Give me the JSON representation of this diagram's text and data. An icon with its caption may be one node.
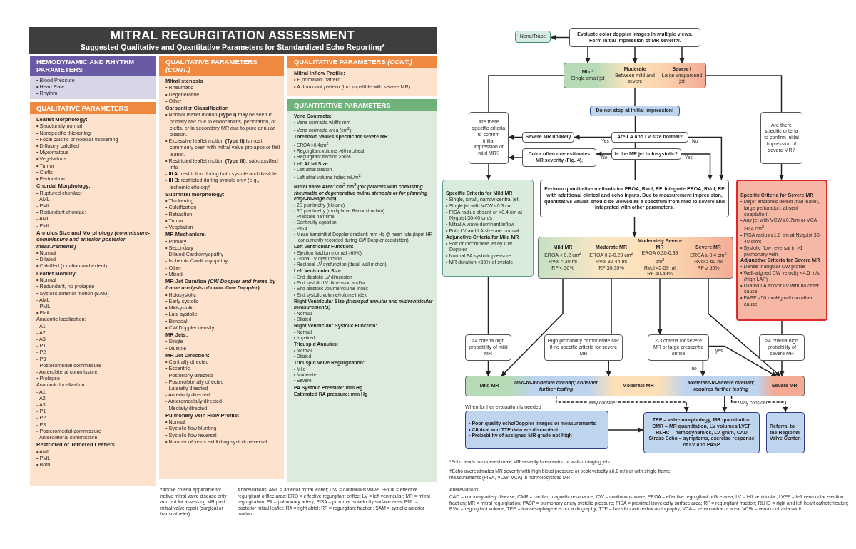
{
  "diagram": {
    "nodes": [
      {
        "text": [
          "MITRAL REGURGITATION ASSESSMENT",
          "Suggested Qualitative and Quantitative Parameters for Standardized Echo Reporting*"
        ]
      },
      {
        "text": [
          "HEMODYNAMIC AND RHYTHM PARAMETERS",
          "• Blood Pressure",
          "• Heart Rate",
          "• Rhythm"
        ]
      },
      {
        "text": [
          "QUALITATIVE PARAMETERS"
        ]
      },
      {
        "text": [
          "Leaflet Morphology:",
          "• Structurally normal",
          "• Nonspecific thickening",
          "• Focal calcific or nodular thickening",
          "• Diffusely calcified",
          "• Myxomatous",
          "• Vegetations",
          "• Tumor",
          "• Clefts",
          "• Perforation"
        ],
        "in": 2
      },
      {
        "text": [
          "Chordal Morphology:",
          "• Ruptured chordae:",
          "- AML",
          "- PML",
          "• Redundant chordae:",
          "- AML",
          "- PML"
        ],
        "in": 2
      },
      {
        "text": [
          "Annulus Size and Morphology *(commissure-commissure and anterior-posterior measurements)*",
          "• Normal",
          "• Dilated",
          "• Calcified (location and extent)"
        ],
        "in": 2
      },
      {
        "text": [
          "Leaflet Mobility:",
          "• Normal",
          "• Redundant, no prolapse",
          "• Systolic anterior motion (SAM)",
          "- AML",
          "- PML",
          "• Flail",
          "Anatomic localization:",
          "- A1",
          "- A2",
          "- A3",
          "- P1",
          "- P2",
          "- P3",
          "- Posteromedial commissure",
          "- Anterolateral commissure",
          "• Prolapse",
          "Anatomic localization:",
          "- A1",
          "- A2",
          "- A3",
          "- P1",
          "- P2",
          "- P3",
          "- Posteromedial commissure",
          "- Anterolateral commissure"
        ],
        "in": 2
      },
      {
        "text": [
          "Restricted or Tethered Leaflets",
          "• AML",
          "• PML",
          "• Both"
        ],
        "in": 2
      },
      {
        "text": [
          "QUALITATIVE PARAMETERS *(CONT.)*"
        ]
      },
      {
        "text": [
          "Mitral stenosis",
          "• Rheumatic",
          "• Degenerative",
          "• Other"
        ],
        "in": 8
      },
      {
        "text": [
          "Carpentier Classification",
          "• Normal leaflet motion **(Type I)** may be seen in primary MR due to endocarditis, perforation, or clefts, or in secondary MR due to pure annular dilation.",
          "• Excessive leaflet motion **(Type II)** is most commonly seen with mitral valve prolapse or flail leaflet.",
          "• Restricted leaflet motion **(Type III)**: subclassified into",
          "- **III A:** restriction during both systole and diastole",
          "- **III B:** restricted during systole only (e.g., ischemic etiology)"
        ],
        "in": 8
      },
      {
        "text": [
          "Submitral morphology:",
          "• Thickening",
          "• Calcification",
          "• Retraction",
          "• Tumor",
          "• Vegetation"
        ],
        "in": 8
      },
      {
        "text": [
          "MR Mechanism:",
          "• Primary",
          "• Secondary",
          "- Dilated Cardiomyopathy",
          "- Ischemic Cardiomyopathy",
          "- Other",
          "• Mixed"
        ],
        "in": 8
      },
      {
        "text": [
          "MR Jet Duration *(CW Doppler and frame-by-frame analysis of color flow Doppler):*",
          "• Holosystolic",
          "• Early systolic",
          "• Midsystolic",
          "• Late systolic",
          "• Bimodal",
          "• CW Doppler density"
        ],
        "in": 8
      },
      {
        "text": [
          "MR Jets:",
          "• Single",
          "• Multiple"
        ],
        "in": 8
      },
      {
        "text": [
          "MR Jet Direction:",
          "• Centrally directed",
          "• Eccentric",
          "- Posteriorly directed",
          "- Posterolaterally directed",
          "- Laterally directed",
          "- Anteriorly directed",
          "- Anteromedially directed",
          "- Medially directed"
        ],
        "in": 8
      },
      {
        "text": [
          "Pulmonary Vein Flow Profile:",
          "• Normal",
          "• Systolic flow blunting",
          "• Systolic flow reversal",
          "• Number of veins exhibiting systolic reversal"
        ],
        "in": 8
      },
      {
        "text": [
          "QUALITATIVE PARAMETERS *(CONT.)*"
        ]
      },
      {
        "text": [
          "Mitral Inflow Profile:",
          "• E dominant pattern",
          "• A dominant pattern (incompatible with severe MR)"
        ],
        "in": 17
      },
      {
        "text": [
          "QUANTITATIVE PARAMETERS"
        ]
      },
      {
        "text": [
          "Vena Contracta:",
          "• Vena contracta width: mm",
          "• Vena contracta area (cm$^{2}$)"
        ],
        "in": 19
      },
      {
        "text": [
          "Threshold values specific for severe MR",
          "• EROA >0.4cm$^{2}$",
          "• Regurgitant volume >60 mL/beat",
          "• Regurgitant fraction >50%"
        ],
        "in": 19
      },
      {
        "text": [
          "Left Atrial Size:",
          "• Left atrial dilation",
          "• Left atrial volume index: mL/m$^{2}$"
        ],
        "in": 19
      },
      {
        "text": [
          "Mitral Valve Area: cm$^{2}$ cm$^{2}$ *(for patients with coexisting rheumatic or degenerative mitral stenosis or for planning edge-to-edge clip)*",
          "- 2D planimetry (biplane)",
          "- 3D planimetry (multiplanar Reconstruction)",
          "- Pressure half-time",
          "- Continuity equation",
          "- PISA",
          "• Mean transmitral Doppler gradient: mm Hg @ heart rate (input HR concurrently recorded during CW Doppler acquisition)"
        ],
        "in": 19
      },
      {
        "text": [
          "Left Ventricular Function:",
          "• Ejection fraction (normal >60%)",
          "• Global LV dysfunction",
          "• Regional LV dysfunction (detail wall motion)"
        ],
        "in": 19
      },
      {
        "text": [
          "Left Ventricular Size:",
          "• End diastolic LV dimension",
          "• End systolic LV dimension and/or",
          "• End diastolic volume/volume index",
          "• End systolic volume/volume index"
        ],
        "in": 19
      },
      {
        "text": [
          "Right Ventricular Size *(tricuspid annular and midventricular measurements)*",
          "• Normal",
          "• Dilated"
        ],
        "in": 19
      },
      {
        "text": [
          "Right Ventricular Systolic Function:",
          "• Normal",
          "• Impaired"
        ],
        "in": 19
      },
      {
        "text": [
          "Tricuspid Annulus:",
          "• Normal",
          "• Dilated"
        ],
        "in": 19
      },
      {
        "text": [
          "Tricuspid Valve Regurgitation:",
          "• Mild",
          "• Moderate",
          "• Severe"
        ],
        "in": 19
      },
      {
        "text": [
          "PA Systolic Pressure: mm Hg"
        ],
        "in": 19
      },
      {
        "text": [
          "Estimated RA pressure: mm Hg"
        ],
        "in": 19
      },
      {
        "text": [
          "None/Trace"
        ]
      },
      {
        "text": [
          "Evaluate color doppler images in multiple views. Form initial impression of MR severity."
        ]
      },
      {
        "text": [],
        "shape": "bar"
      },
      {
        "text": [
          "Mild*",
          "Single small jet"
        ],
        "in": 34
      },
      {
        "text": [
          "Moderate",
          "Between mild and severe"
        ],
        "in": 34
      },
      {
        "text": [
          "Severe†",
          "Large wraparound jet"
        ],
        "in": 34
      },
      {
        "text": [
          "Do not stop at initial impression!"
        ]
      },
      {
        "text": [
          "Are there specific criteria to confirm initial impression of mild MR?"
        ]
      },
      {
        "text": [
          "Are there specific criteria to confirm initial impression of severe MR?"
        ]
      },
      {
        "text": [
          "Severe MR unlikely"
        ]
      },
      {
        "text": [
          "Are LA and LV size normal?"
        ]
      },
      {
        "text": [
          "Color often overestimates MR severity (Fig. 4)."
        ]
      },
      {
        "text": [
          "Is the MR jet holosystolic?"
        ]
      },
      {
        "text": [
          "Specific Criteria for Mild MR",
          "• Single, small, narrow central jet",
          "• Single jet with VCW ≤0.3 cm",
          "• PISA radius absent or <0.4 cm at Nyquist 30-40 cm/s",
          "• Mitral A wave dominant inflow",
          "• Both LV and LA size are normal.",
          "Adjunctive Criteria for Mild MR",
          "• Soft or incomplete jet by CW Doppler",
          "• Normal PA systolic pressure",
          "• MR duration <30% of systole"
        ]
      },
      {
        "text": [
          "Perform quantitative methods for EROA, RVol, RF. Integrate EROA, RVol, RF with additional clinical and echo inputs. Due to measurement imprecision, quantitative values should be viewed as a spectrum from mild to severe and integrated with other parameters."
        ]
      },
      {
        "text": [
          "Specific Criteria for Severe MR",
          "• Major anatomic defect (flail leaflet, large perforation, absent coaptation)",
          "• Any jet with VCW ≥0.7cm or VCA ≥0.4 cm$^{2}$",
          "• PISA radius ≥1.0 cm at Nyquist 30-40 cm/s",
          "• Systolic flow reversal in >1 pulmonary vein",
          "Adjunctive Criteria for Severe MR",
          "• Dense triangular CW profile",
          "• Well-aligned CW velocity <4.5 m/s (high LAP)",
          "• Dilated LA and/or LV with no other cause",
          "• PASP >50 mmHg with no other cause"
        ]
      },
      {
        "text": [],
        "shape": "bar"
      },
      {
        "text": [
          "Mild MR",
          "EROA < 0.2 cm$^{2}$",
          "RVol < 30 ml",
          "RF < 30%"
        ],
        "in": 48
      },
      {
        "text": [
          "Moderate MR",
          "EROA 0.2-0.29 cm$^{2}$",
          "RVol 30-44 ml",
          "RF 30-39%"
        ],
        "in": 48
      },
      {
        "text": [
          "Moderately Severe MR",
          "EROA 0.30-0.39 cm$^{2}$",
          "RVol 45-59 ml",
          "RF 40-49%"
        ],
        "in": 48
      },
      {
        "text": [
          "Severe MR",
          "EROA ≥ 0.4 cm$^{2}$",
          "RVol ≥ 60 ml",
          "RF ≥ 50%"
        ],
        "in": 48
      },
      {
        "text": [
          "≥4 criteria high probability of mild MR"
        ]
      },
      {
        "text": [
          "High probability of moderate MR if no specific criteria for severe MR"
        ]
      },
      {
        "text": [
          "2-3 criteria for severe MR or large crescentic orifice"
        ]
      },
      {
        "text": [
          "≥4 criteria high probability of severe MR"
        ]
      },
      {
        "text": [],
        "shape": "bar"
      },
      {
        "text": [
          "Mild MR"
        ],
        "in": 57
      },
      {
        "text": [
          "Mild-to-moderate overlap; consider further testing"
        ],
        "in": 57
      },
      {
        "text": [
          "Moderate MR"
        ],
        "in": 57
      },
      {
        "text": [
          "Moderate-to-severe overlap; requires further testing"
        ],
        "in": 57
      },
      {
        "text": [
          "Severe MR"
        ],
        "in": 57
      },
      {
        "text": [
          "When further evaluation is needed",
          "• Poor-quality echo/Doppler images or measurements",
          "• Clinical and TTE data are discordant",
          "• Probability of assigned MR grade not high"
        ]
      },
      {
        "text": [
          "TEE – valve morphology, MR quantitation",
          "CMR – MR quantitation, LV volumes/LVEF",
          "RLHC – hemodynamics, LV gram, CAD",
          "Stress Echo – symptoms, exercise response of LV and PASP"
        ]
      },
      {
        "text": [
          "Referral to the Regional Valve Center."
        ]
      }
    ],
    "edges": [
      {
        "from": 33,
        "to": 32,
        "arrow": "to"
      },
      {
        "from": 33,
        "to": 35,
        "arrow": "to"
      },
      {
        "from": 33,
        "to": 36,
        "arrow": "to"
      },
      {
        "from": 33,
        "to": 37,
        "arrow": "to"
      },
      {
        "from": 35,
        "to": 39,
        "arrow": "none"
      },
      {
        "from": 37,
        "to": 40,
        "arrow": "none"
      },
      {
        "from": 36,
        "to": 38,
        "arrow": "none"
      },
      {
        "from": 38,
        "to": 42,
        "arrow": "none"
      },
      {
        "from": 42,
        "to": 41,
        "arrow": "to",
        "label": "Yes"
      },
      {
        "from": 41,
        "to": 39,
        "arrow": "to"
      },
      {
        "from": 42,
        "to": 46,
        "arrow": "to",
        "label": "No"
      },
      {
        "from": 42,
        "to": 44,
        "arrow": "none"
      },
      {
        "from": 44,
        "to": 43,
        "arrow": "to",
        "label": "No"
      },
      {
        "from": 43,
        "to": 39,
        "arrow": "to"
      },
      {
        "from": 44,
        "to": 46,
        "arrow": "to",
        "label": "Yes"
      },
      {
        "from": 44,
        "to": 46,
        "arrow": "none"
      },
      {
        "from": 39,
        "to": 45,
        "arrow": "to"
      },
      {
        "from": 40,
        "to": 47,
        "arrow": "to"
      },
      {
        "from": 46,
        "to": 48,
        "arrow": "to"
      },
      {
        "from": 45,
        "to": 53,
        "arrow": "none"
      },
      {
        "from": 53,
        "to": 58,
        "arrow": "to"
      },
      {
        "from": 49,
        "to": 58,
        "arrow": "to"
      },
      {
        "from": 50,
        "to": 54,
        "arrow": "none"
      },
      {
        "from": 54,
        "to": 60,
        "arrow": "to"
      },
      {
        "from": 51,
        "to": 55,
        "arrow": "to"
      },
      {
        "from": 55,
        "to": 61,
        "arrow": "to",
        "label": "no"
      },
      {
        "from": 55,
        "to": 62,
        "arrow": "to",
        "label": "yes"
      },
      {
        "from": 52,
        "to": 62,
        "arrow": "to"
      },
      {
        "from": 47,
        "to": 56,
        "arrow": "none"
      },
      {
        "from": 56,
        "to": 62,
        "arrow": "to"
      },
      {
        "from": 59,
        "to": 64,
        "arrow": "to",
        "style": "dashed",
        "label": "May consider"
      },
      {
        "from": 61,
        "to": 64,
        "arrow": "to"
      },
      {
        "from": 61,
        "to": 65,
        "arrow": "to",
        "style": "dashed",
        "label": "May consider"
      },
      {
        "from": 63,
        "to": 64,
        "arrow": "to"
      }
    ],
    "labels": [
      "*Above criteria applicable for native mitral valve disease only and not for assessing MR post mitral valve repair (surgical or transcatheter).",
      "Abbreviations: AML = anterior mitral leaflet; CW = continuous wave; EROA = effective regurgitant orifice area; ERO = effective regurgitant orifice; LV = left ventricular; MR = mitral regurgitation; PA = pulmonary artery; PISA = proximal isovelocity surface area; PML = posterior mitral leaflet; RA = right atrial; RF = regurgitant fraction; SAM = systolic anterior motion",
      "*Echo tends to underestimate MR severity in eccentric or wall-impinging jets.",
      "†Echo overestimates MR severity with high blood pressure or peak velocity ≥6.0 m/s or with single frame measurements (PISA, VCW, VCA) in nonholosystolic MR",
      "Abbreviations:",
      "CAD = coronary artery disease; CMR = cardiac magnetic resonance; CW = continuous wave; EROA = effective regurgitant orifice area; LV = left ventricular; LVEF = left ventricular ejection fraction; MR = mitral regurgitation; PASP = pulmonary artery systolic pressure; PISA = proximal isovelocity surface area; RF = regurgitant fraction; RLHC = right and left heart catheterization; RVol = regurgitant volume; TEE = transesophageal echocardiography; TTE = transthoracic echocardiography; VCA = vena contracta area; VCW = vena contracta width"
    ]
  }
}
